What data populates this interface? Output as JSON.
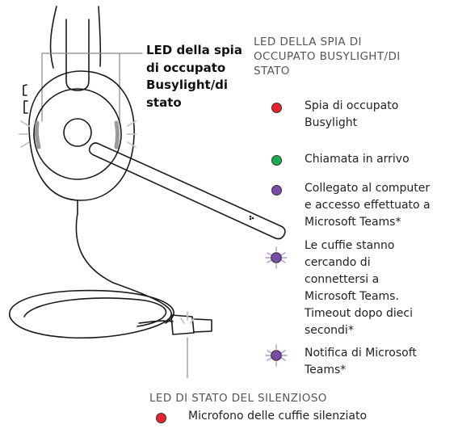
{
  "callout_label": "LED della spia\ndi occupato\nBusylight/di\nstato",
  "status_section": {
    "title": "LED DELLA SPIA DI\nOCCUPATO BUSYLIGHT/DI\nSTATO",
    "items": [
      {
        "label": "Spia di occupato\nBusylight",
        "color": "#e8232f",
        "indicator": "solid-dot"
      },
      {
        "label": "Chiamata in arrivo",
        "color": "#1aac52",
        "indicator": "solid-dot"
      },
      {
        "label": "Collegato al computer\ne accesso effettuato a\nMicrosoft Teams*",
        "color": "#7a4ca8",
        "indicator": "solid-dot"
      },
      {
        "label": "Le cuffie stanno\ncercando di\nconnettersi a\nMicrosoft Teams.\nTimeout dopo dieci\nsecondi*",
        "color": "#7a4ca8",
        "indicator": "blinking-dot"
      },
      {
        "label": "Notifica di Microsoft\nTeams*",
        "color": "#7a4ca8",
        "indicator": "blinking-dot"
      }
    ]
  },
  "mute_section": {
    "title": "LED DI STATO DEL SILENZIOSO",
    "items": [
      {
        "label": "Microfono delle cuffie silenziato",
        "color": "#e8232f",
        "indicator": "solid-dot"
      }
    ]
  },
  "blink_ray_color": "#b39ad4",
  "line_color": "#1a1a1a"
}
